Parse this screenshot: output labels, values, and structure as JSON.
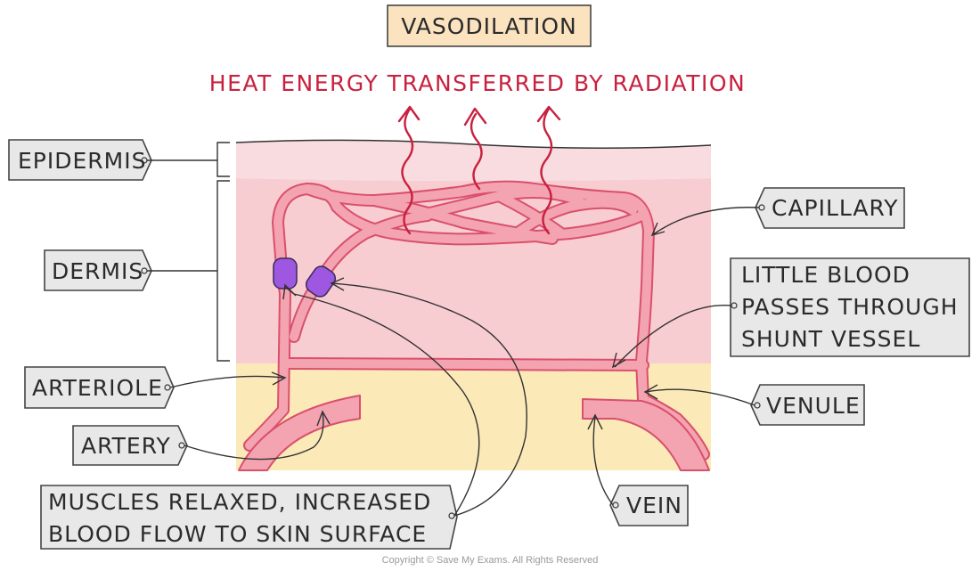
{
  "title": "VASODILATION",
  "heat_label": "HEAT ENERGY TRANSFERRED BY RADIATION",
  "labels": {
    "epidermis": "EPIDERMIS",
    "dermis": "DERMIS",
    "arteriole": "ARTERIOLE",
    "artery": "ARTERY",
    "muscles_line1": "MUSCLES RELAXED, INCREASED",
    "muscles_line2": "BLOOD FLOW TO SKIN SURFACE",
    "capillary": "CAPILLARY",
    "shunt_line1": "LITTLE BLOOD",
    "shunt_line2": "PASSES THROUGH",
    "shunt_line3": "SHUNT VESSEL",
    "venule": "VENULE",
    "vein": "VEIN"
  },
  "copyright": "Copyright © Save My Exams. All Rights Reserved",
  "colors": {
    "heat": "#c8213f",
    "epidermis": "#f9dcdf",
    "dermis": "#f8cdd2",
    "fat_layer": "#fbe9b8",
    "vessel_fill": "#f4a3b1",
    "vessel_outline": "#d9506c",
    "sphincter": "#9d57e0",
    "title_box": "#fbe3c0"
  }
}
